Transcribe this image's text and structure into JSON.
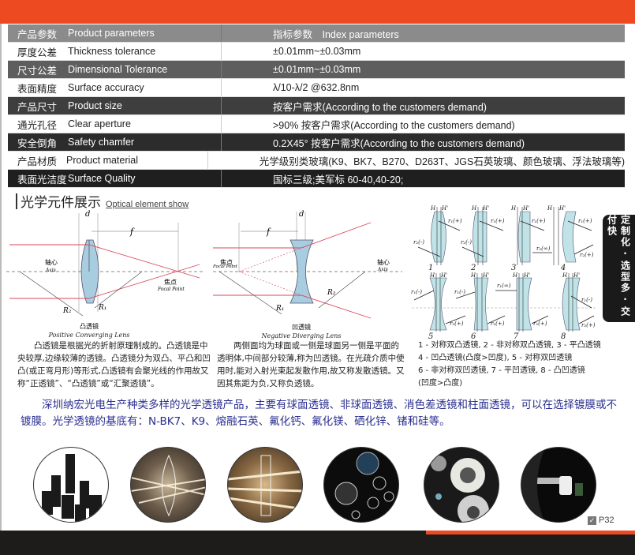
{
  "spec_table": {
    "rows": [
      {
        "zh": "产品参数",
        "en": "Product parameters",
        "value": "指标参数　Index parameters"
      },
      {
        "zh": "厚度公差",
        "en": "Thickness tolerance",
        "value": "±0.01mm~±0.03mm"
      },
      {
        "zh": "尺寸公差",
        "en": "Dimensional Tolerance",
        "value": "±0.01mm~±0.03mm"
      },
      {
        "zh": "表面精度",
        "en": "Surface accuracy",
        "value": "λ/10-λ/2 @632.8nm"
      },
      {
        "zh": "产品尺寸",
        "en": "Product size",
        "value": "按客户需求(According to the customers demand)"
      },
      {
        "zh": "通光孔径",
        "en": "Clear aperture",
        "value": ">90% 按客户需求(According to the customers demand)"
      },
      {
        "zh": "安全倒角",
        "en": "Safety chamfer",
        "value": "0.2X45° 按客户需求(According to the customers demand)"
      },
      {
        "zh": "产品材质",
        "en": "Product material",
        "value": "光学级别类玻璃(K9、BK7、B270、D263T、JGS石英玻璃、颜色玻璃、浮法玻璃等)"
      },
      {
        "zh": "表面光洁度",
        "en": "Surface Quality",
        "value": "国标三级;美军标 60-40,40-20;"
      }
    ]
  },
  "section": {
    "title_zh": "光学元件展示",
    "title_en": "Optical element show"
  },
  "convex": {
    "d": "d",
    "f": "f",
    "axis_zh": "轴心",
    "axis_en": "Axis",
    "focal_zh": "焦点",
    "focal_en": "Focal Point",
    "r1": "R₁",
    "r2": "R₂",
    "name_zh": "凸透镜",
    "name_en": "Positive Converging Lens",
    "desc": "凸透镜是根据光的折射原理制成的。凸透镜是中央较厚,边缘较薄的透镜。凸透镜分为双凸、平凸和凹凸(或正弯月形)等形式,凸透镜有会聚光线的作用故又称“正透镜”、“凸透镜”或“汇聚透镜”。"
  },
  "concave": {
    "d": "d",
    "f": "f",
    "axis_zh": "轴心",
    "axis_en": "Axis",
    "focal_zh": "焦点",
    "focal_en": "Focal Point",
    "r1": "R₁",
    "r2": "R₂",
    "name_zh": "凹透镜",
    "name_en": "Negative Diverging Lens",
    "desc": "两侧面均为球面或一侧是球面另一侧是平面的透明体,中间部分较薄,称为凹透镜。在光疏介质中使用时,能对入射光束起发散作用,故又称发散透镜。又因其焦距为负,又称负透镜。"
  },
  "lens_types": {
    "h": "H",
    "h_prime": "H'",
    "numbers": [
      "1",
      "2",
      "3",
      "4",
      "5",
      "6",
      "7",
      "8"
    ],
    "labels": [
      "r₁(+)",
      "r₂(-)",
      "r₁(+)",
      "r₂(-)",
      "r₁(+)",
      "r₂(∞)",
      "r₁(+)",
      "r₂(+)",
      "r₁(-)",
      "r₂(+)",
      "r₁(-)",
      "r₂(+)",
      "r₁(∞)",
      "r₂(+)",
      "r₁(-)",
      "r₂(+)"
    ],
    "legend": [
      "1 - 对称双凸透镜, 2 - 非对称双凸透镜, 3 - 平凸透镜",
      "4 - 凹凸透镜(凸度>凹度), 5 - 对称双凹透镜",
      "6 - 非对称双凹透镜, 7 - 平凹透镜, 8 - 凸凹透镜",
      "(凹度>凸度)"
    ]
  },
  "side_tab": "定制化·选型多·交付快",
  "intro": "深圳纳宏光电生产种类多样的光学透镜产品，主要有球面透镜、非球面透镜、消色差透镜和柱面透镜，可以在选择镀膜或不镀膜。光学透镜的基底有：N-BK7、K9、熔融石英、氟化钙、氟化镁、硒化锌、锗和硅等。",
  "gallery": [
    "lens-assemblies",
    "convex-lens-light",
    "concave-lens-light",
    "coated-lenses",
    "aspheric-lenses",
    "lens-in-housing"
  ],
  "page_number": "P32",
  "colors": {
    "accent": "#ee4a22",
    "dark": "#1e1b1b",
    "lens": "#a9cde0",
    "ray": "#d9475a",
    "intro_text": "#2b2f8f"
  }
}
